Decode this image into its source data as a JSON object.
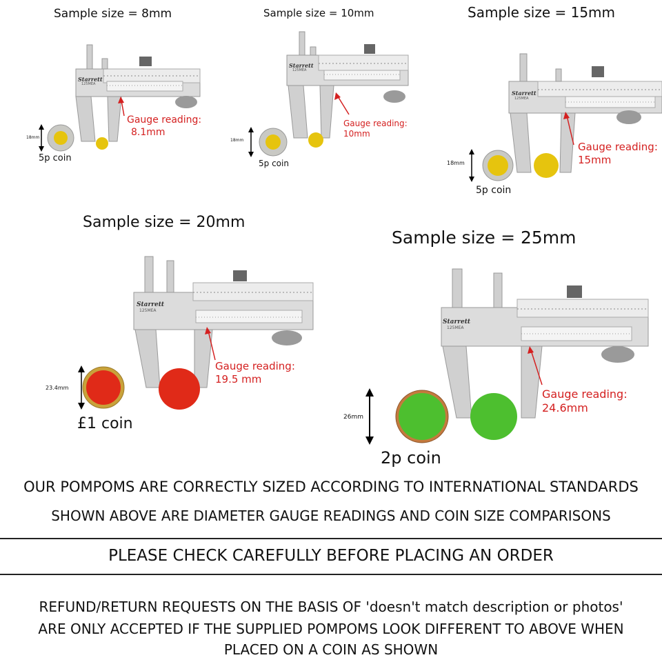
{
  "samples": [
    {
      "id": "s8",
      "title": "Sample size = 8mm",
      "reading_label": "Gauge reading:",
      "reading_value": "8.1mm",
      "coin": "5p coin",
      "coin_dim": "18mm",
      "pompom_color": "#e6c40e",
      "coin_color": "#c9c9c4"
    },
    {
      "id": "s10",
      "title": "Sample size = 10mm",
      "reading_label": "Gauge reading:",
      "reading_value": "10mm",
      "coin": "5p coin",
      "coin_dim": "18mm",
      "pompom_color": "#e6c40e",
      "coin_color": "#c9c9c4"
    },
    {
      "id": "s15",
      "title": "Sample size = 15mm",
      "reading_label": "Gauge reading:",
      "reading_value": "15mm",
      "coin": "5p coin",
      "coin_dim": "18mm",
      "pompom_color": "#e6c40e",
      "coin_color": "#c9c9c4"
    },
    {
      "id": "s20",
      "title": "Sample size = 20mm",
      "reading_label": "Gauge reading:",
      "reading_value": "19.5 mm",
      "coin": "£1 coin",
      "coin_dim": "23.4mm",
      "pompom_color": "#e02a18",
      "coin_color": "#c9a23a"
    },
    {
      "id": "s25",
      "title": "Sample size = 25mm",
      "reading_label": "Gauge reading:",
      "reading_value": "24.6mm",
      "coin": "2p coin",
      "coin_dim": "26mm",
      "pompom_color": "#4dbf2f",
      "coin_color": "#c47a3e"
    }
  ],
  "brand": "Starrett",
  "model": "125MEA",
  "notices": {
    "line1": "OUR POMPOMS ARE CORRECTLY SIZED ACCORDING TO INTERNATIONAL STANDARDS",
    "line2": "SHOWN ABOVE ARE DIAMETER GAUGE READINGS AND COIN SIZE COMPARISONS",
    "check": "PLEASE CHECK CAREFULLY BEFORE PLACING AN ORDER",
    "refund1": "REFUND/RETURN REQUESTS ON THE BASIS OF 'doesn't match description or photos'",
    "refund2": "ARE ONLY ACCEPTED IF THE SUPPLIED POMPOMS LOOK DIFFERENT TO ABOVE WHEN",
    "refund3": "PLACED ON A COIN AS SHOWN"
  },
  "colors": {
    "reading_text": "#d42020",
    "arrow": "#d42020",
    "caliper_steel": "#d9d9d9"
  }
}
